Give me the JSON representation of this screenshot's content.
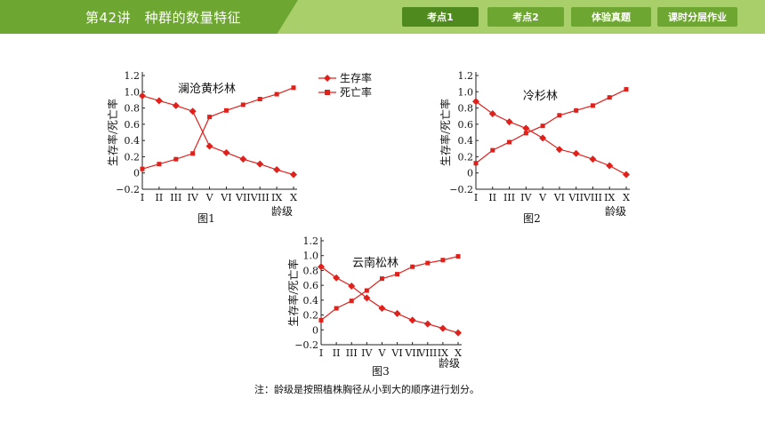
{
  "header": {
    "title": "第42讲　种群的数量特征",
    "nav": [
      "考点1",
      "考点2",
      "体验真题",
      "课时分层作业"
    ],
    "active_nav": 0,
    "colors": {
      "band": "#a9cf6b",
      "title_bg": "#6ea632",
      "nav": "#6ea632"
    }
  },
  "legend": {
    "survival": "生存率",
    "mortality": "死亡率"
  },
  "note": "注：龄级是按照植株胸径从小到大的顺序进行划分。",
  "chart_data": [
    {
      "type": "line",
      "title": "澜沧黄杉林",
      "caption": "图1",
      "ylabel": "生存率/死亡率",
      "xlabel": "龄级",
      "categories": [
        "I",
        "II",
        "III",
        "IV",
        "V",
        "VI",
        "VII",
        "VIII",
        "IX",
        "X"
      ],
      "yticks": [
        "1.2",
        "1.0",
        "0.8",
        "0.6",
        "0.4",
        "0.2",
        "0",
        "−0.2"
      ],
      "ylim": [
        -0.2,
        1.2
      ],
      "series": [
        {
          "name": "生存率",
          "marker": "diamond",
          "values": [
            0.95,
            0.89,
            0.83,
            0.76,
            0.33,
            0.25,
            0.17,
            0.11,
            0.04,
            -0.02
          ]
        },
        {
          "name": "死亡率",
          "marker": "square",
          "values": [
            0.05,
            0.11,
            0.17,
            0.24,
            0.69,
            0.77,
            0.84,
            0.91,
            0.97,
            1.05
          ]
        }
      ],
      "color": "#e0201b"
    },
    {
      "type": "line",
      "title": "冷杉林",
      "caption": "图2",
      "ylabel": "生存率/死亡率",
      "xlabel": "龄级",
      "categories": [
        "I",
        "II",
        "III",
        "IV",
        "V",
        "VI",
        "VII",
        "VIII",
        "IX",
        "X"
      ],
      "yticks": [
        "1.2",
        "1.0",
        "0.8",
        "0.6",
        "0.4",
        "0.2",
        "0",
        "−0.2"
      ],
      "ylim": [
        -0.2,
        1.2
      ],
      "series": [
        {
          "name": "生存率",
          "marker": "diamond",
          "values": [
            0.88,
            0.73,
            0.63,
            0.55,
            0.43,
            0.29,
            0.24,
            0.17,
            0.09,
            -0.02
          ]
        },
        {
          "name": "死亡率",
          "marker": "square",
          "values": [
            0.12,
            0.28,
            0.38,
            0.49,
            0.58,
            0.71,
            0.77,
            0.83,
            0.93,
            1.03
          ]
        }
      ],
      "color": "#e0201b"
    },
    {
      "type": "line",
      "title": "云南松林",
      "caption": "图3",
      "ylabel": "生存率/死亡率",
      "xlabel": "龄级",
      "categories": [
        "I",
        "II",
        "III",
        "IV",
        "V",
        "VI",
        "VII",
        "VIII",
        "IX",
        "X"
      ],
      "yticks": [
        "1.2",
        "1.0",
        "0.8",
        "0.6",
        "0.4",
        "0.2",
        "0",
        "−0.2"
      ],
      "ylim": [
        -0.2,
        1.2
      ],
      "series": [
        {
          "name": "生存率",
          "marker": "diamond",
          "values": [
            0.85,
            0.7,
            0.59,
            0.43,
            0.29,
            0.22,
            0.13,
            0.08,
            0.02,
            -0.04
          ]
        },
        {
          "name": "死亡率",
          "marker": "square",
          "values": [
            0.13,
            0.29,
            0.39,
            0.53,
            0.69,
            0.75,
            0.85,
            0.9,
            0.94,
            0.99
          ]
        }
      ],
      "color": "#e0201b"
    }
  ]
}
